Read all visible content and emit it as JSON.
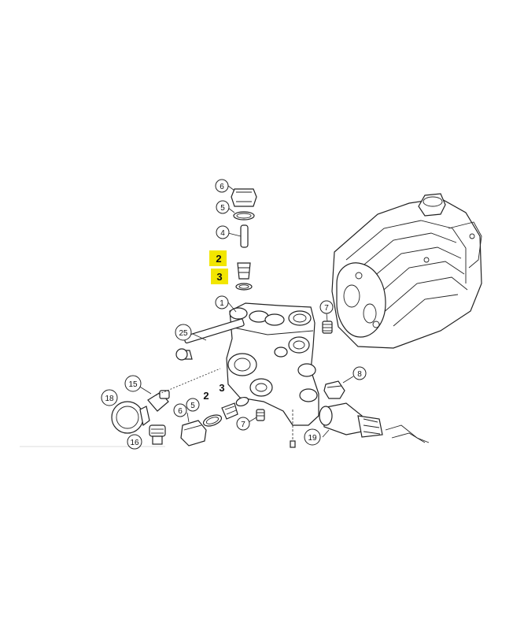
{
  "diagram": {
    "colors": {
      "highlight": "#f2e600",
      "line": "#222222",
      "background": "#ffffff"
    },
    "callouts": {
      "c6_top": "6",
      "c5_top": "5",
      "c4": "4",
      "c2_top": "2",
      "c3_top": "3",
      "c1": "1",
      "c7_right": "7",
      "c25": "25",
      "c8": "8",
      "c15": "15",
      "c18": "18",
      "c2_bottom": "2",
      "c3_bottom": "3",
      "c5_bottom": "5",
      "c6_bottom": "6",
      "c7_bottom": "7",
      "c16": "16",
      "c19": "19"
    },
    "highlighted": [
      "2",
      "3"
    ]
  }
}
